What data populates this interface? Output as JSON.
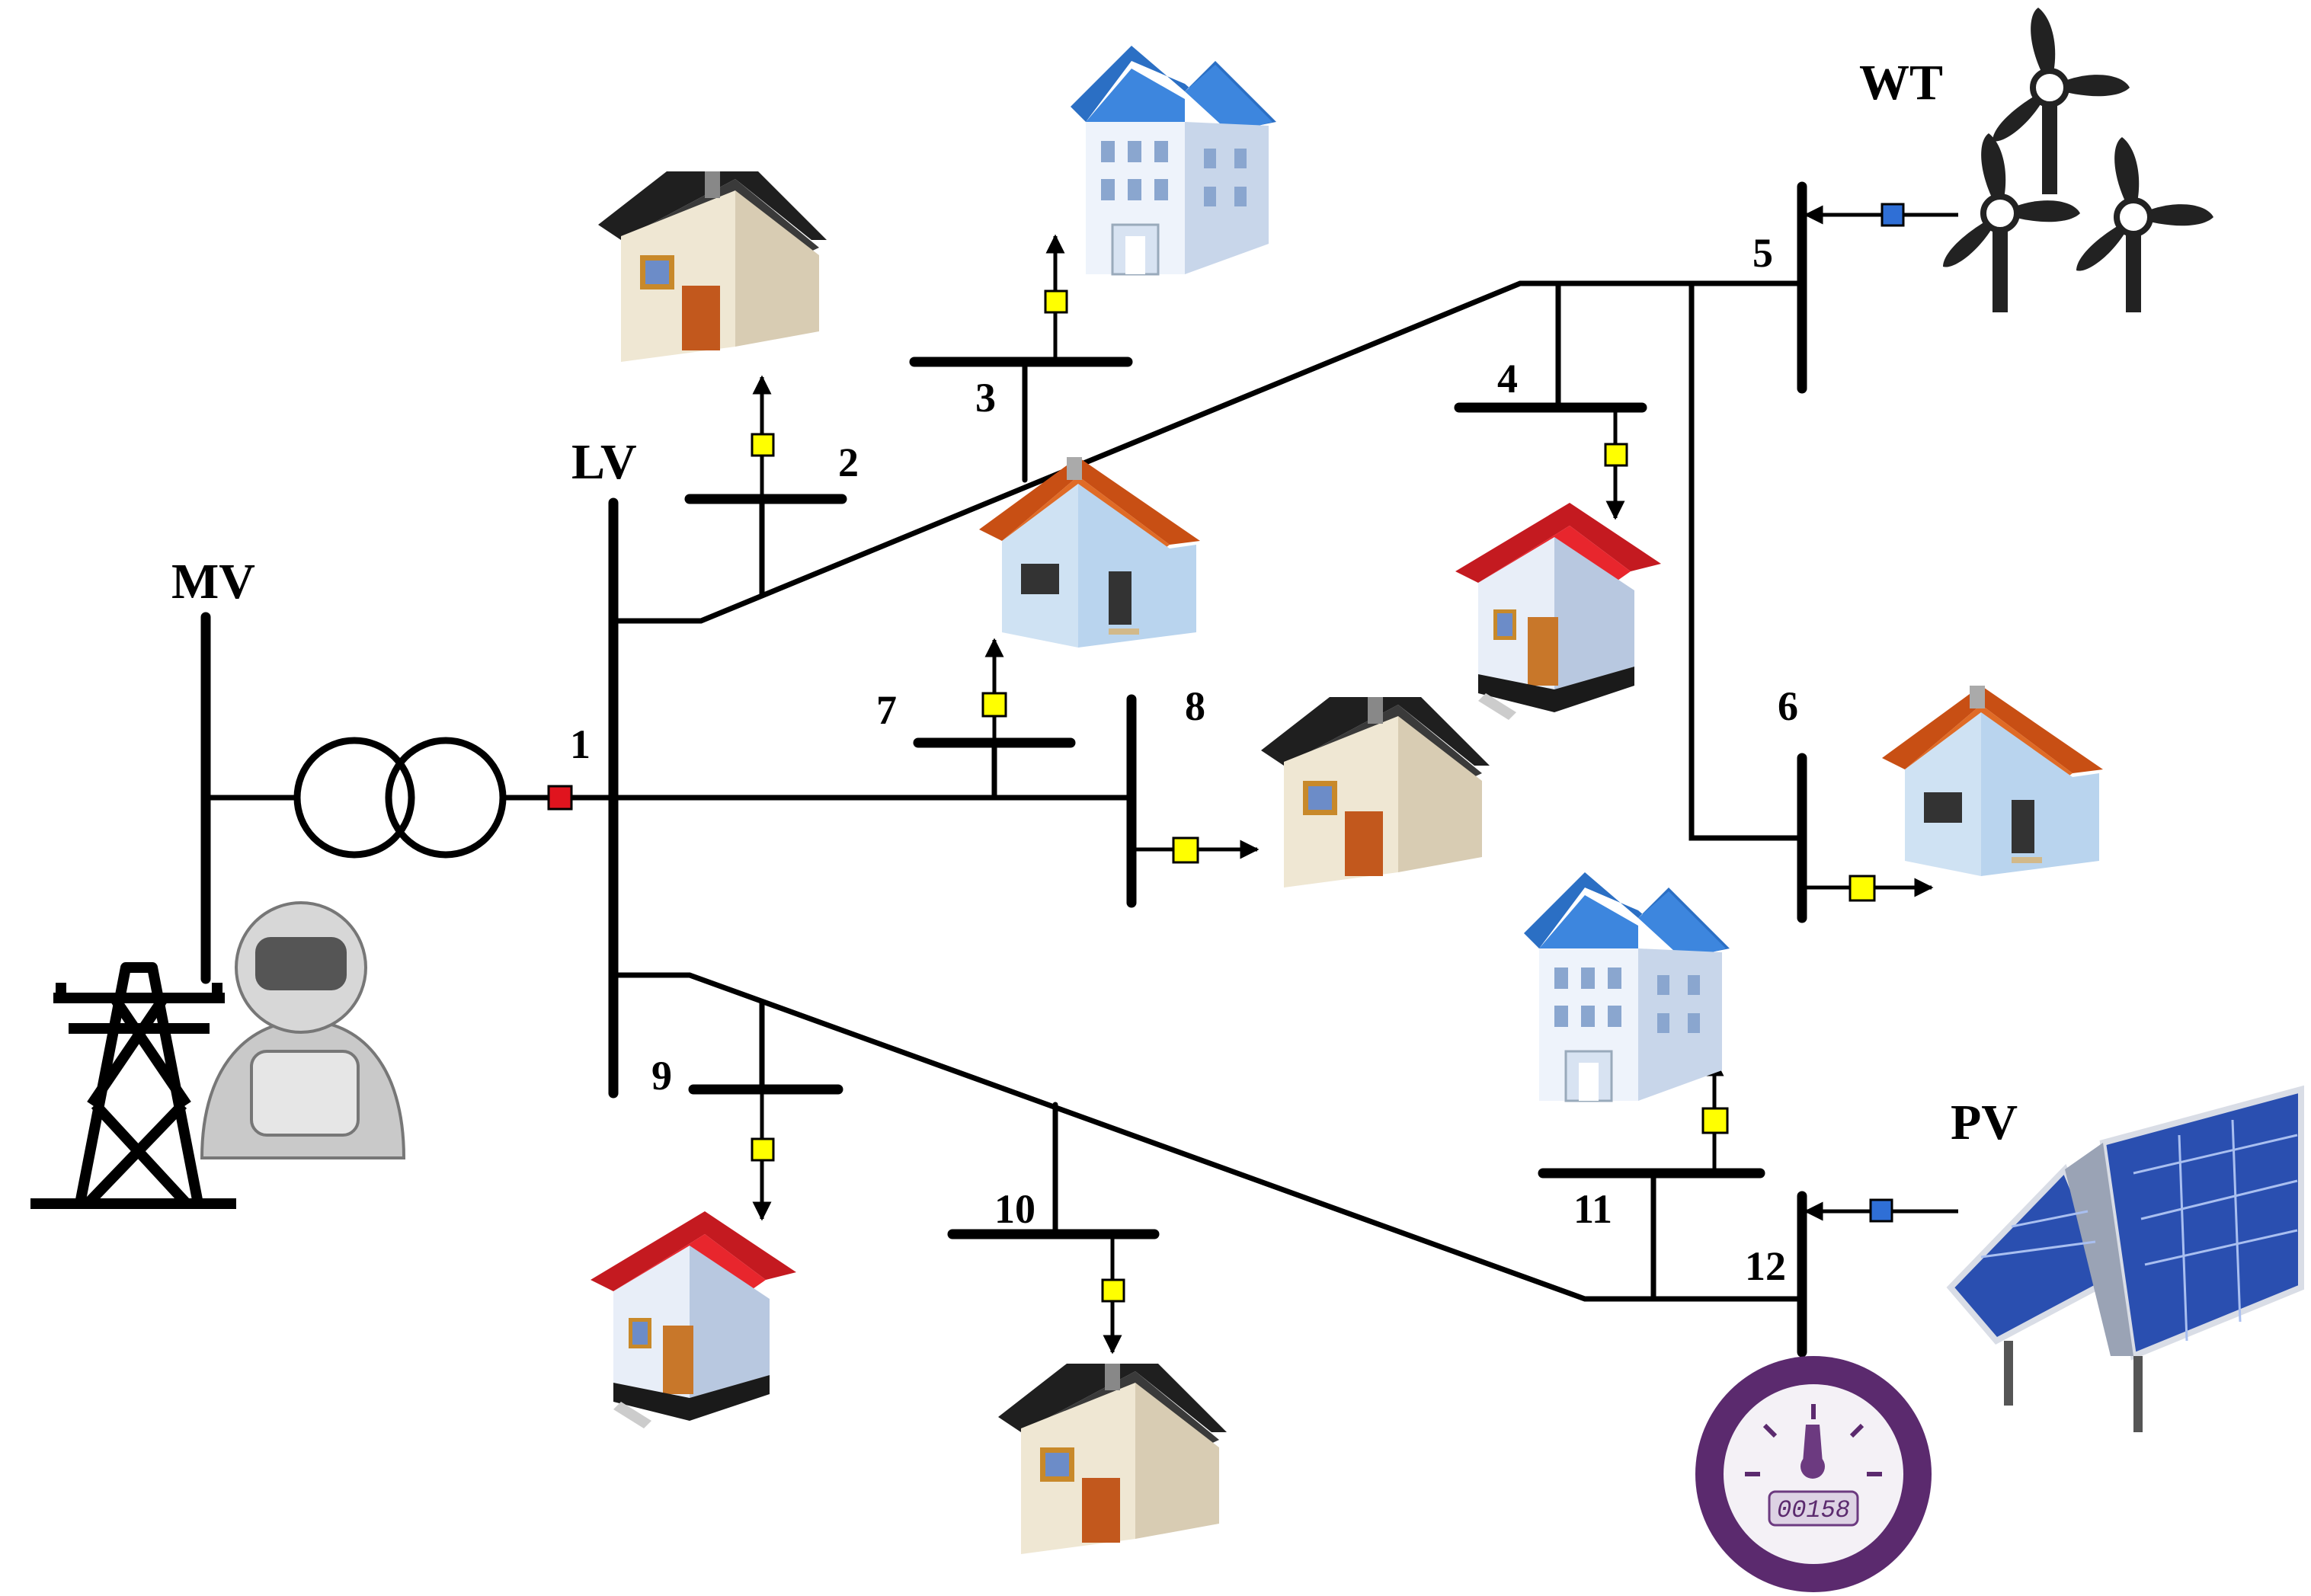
{
  "labels": {
    "mv": "MV",
    "lv": "LV",
    "wt": "WT",
    "pv": "PV"
  },
  "buses": {
    "b1": "1",
    "b2": "2",
    "b3": "3",
    "b4": "4",
    "b5": "5",
    "b6": "6",
    "b7": "7",
    "b8": "8",
    "b9": "9",
    "b10": "10",
    "b11": "11",
    "b12": "12"
  },
  "meter": {
    "reading": "00158"
  },
  "colors": {
    "meter_yellow": "#ffff00",
    "meter_blue": "#2f6fd6",
    "meter_red": "#e0141e",
    "roof_black": "#2b2b2b",
    "roof_orange": "#d45a18",
    "roof_red": "#e2232a",
    "roof_blue": "#2f78d0",
    "meter_purple": "#5b2a6e"
  },
  "icons": {
    "grid": "transmission-tower-icon",
    "operator": "operator-avatar-icon",
    "transformer": "transformer-icon",
    "wind": "wind-turbine-icon",
    "solar": "solar-panel-icon",
    "meter": "smart-meter-icon",
    "house": "house-icon",
    "building": "building-icon"
  }
}
